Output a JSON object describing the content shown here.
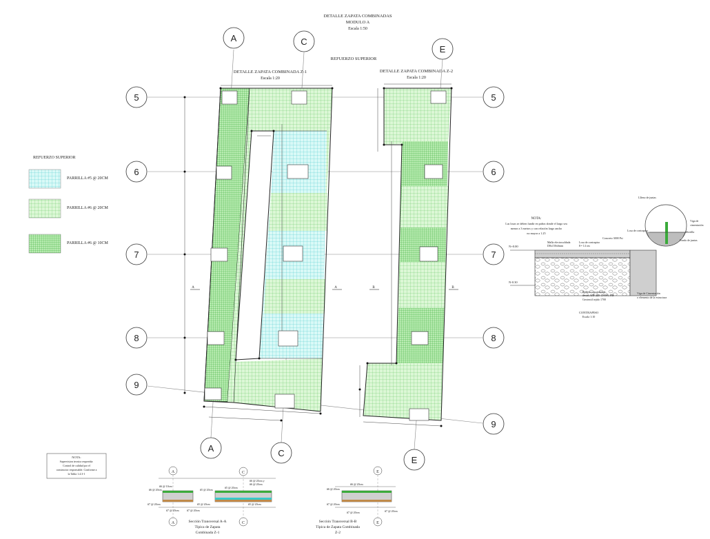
{
  "header": {
    "title": "DETALLE ZAPATA COMBINADAS",
    "subtitle": "MODULO A",
    "scale": "Escala 1:50",
    "section": "REFUERZO SUPERIOR"
  },
  "z1": {
    "title": "DETALLE ZAPATA COMBINADA Z-1",
    "scale": "Escala 1:20"
  },
  "z2": {
    "title": "DETALLE ZAPATA COMBINADA Z-2",
    "scale": "Escala 1:20"
  },
  "legend": {
    "title": "REFUERZO SUPERIOR",
    "items": [
      {
        "label": "PARRILLA #5 @ 20CM",
        "color": "#bff5f2",
        "grid": "#38c8c8"
      },
      {
        "label": "PARRILLA #6 @ 20CM",
        "color": "#ccf5c6",
        "grid": "#5cc85c"
      },
      {
        "label": "PARRILLA #6 @ 10CM",
        "color": "#a8eaa0",
        "grid": "#3aaa3a"
      }
    ]
  },
  "axes": {
    "top": [
      "A",
      "C",
      "E"
    ],
    "bottom": [
      "A",
      "C",
      "E"
    ],
    "left": [
      "5",
      "6",
      "7",
      "8",
      "9"
    ],
    "right": [
      "5",
      "6",
      "7",
      "8",
      "9"
    ]
  },
  "contrapiso": {
    "title": "CONTRAPISO",
    "scale": "Escala 1:10",
    "note_title": "NOTA:",
    "note_lines": [
      "Las losas se deben fundir en paños donde el largo sea",
      "menor a 3 metros y con relación largo ancho",
      "no mayor a 1.25"
    ],
    "labels": {
      "level_top": "N+0.00",
      "level_bottom": "N-0.30",
      "malla": "Malla electrosoldada",
      "malla2": "D8x150x6mm",
      "losa": "Losa de contrapiso",
      "losa2": "E= 14 cm",
      "concreto": "Concreto 3000 Psi",
      "relleno": "Relleno con material",
      "relleno2": "invias ART 220-13 95% PM",
      "geotextil": "Geotextil tejido 1700",
      "viga": "Viga de Cimentación",
      "viga2": "o elemento de la estructura",
      "d_lleno": "Llleno de juntas",
      "d_losa": "Losa de contrapiso",
      "d_viga": "Viga de",
      "d_viga2": "cimentación",
      "d_mortilla": "Mortilla",
      "d_fondo": "Fondo de juntas"
    }
  },
  "note": {
    "title": "NOTA:",
    "lines": [
      "Supervision tecnica requerida:",
      "Control de calidad por el",
      "constructor responsable. Conforme a",
      "la Tabla 1.4.3-1"
    ]
  },
  "sections": {
    "a": {
      "title": "Sección Transversal A-A",
      "sub": "Típica de Zapata",
      "sub2": "Combinada Z-1",
      "axis1": "A",
      "axis2": "C"
    },
    "b": {
      "title": "Sección Transversal B-B",
      "sub": "Típica de Zapata Combinada",
      "sub2": "Z-2",
      "axis1": "E"
    },
    "labels": {
      "r1": "#6 @ 10cm",
      "r2": "#6 @ 20cm",
      "r3": "#5 @ 20cm",
      "r4": "#6 @ 20cm y",
      "r5": "#6 @ 20cm",
      "r6": "#7 @ 20cm",
      "r7": "#5 @ 20cm",
      "r8": "#7 @ 20cm",
      "r9": "#6 @ 20cm"
    }
  },
  "markers": {
    "a": "A",
    "b": "B"
  }
}
